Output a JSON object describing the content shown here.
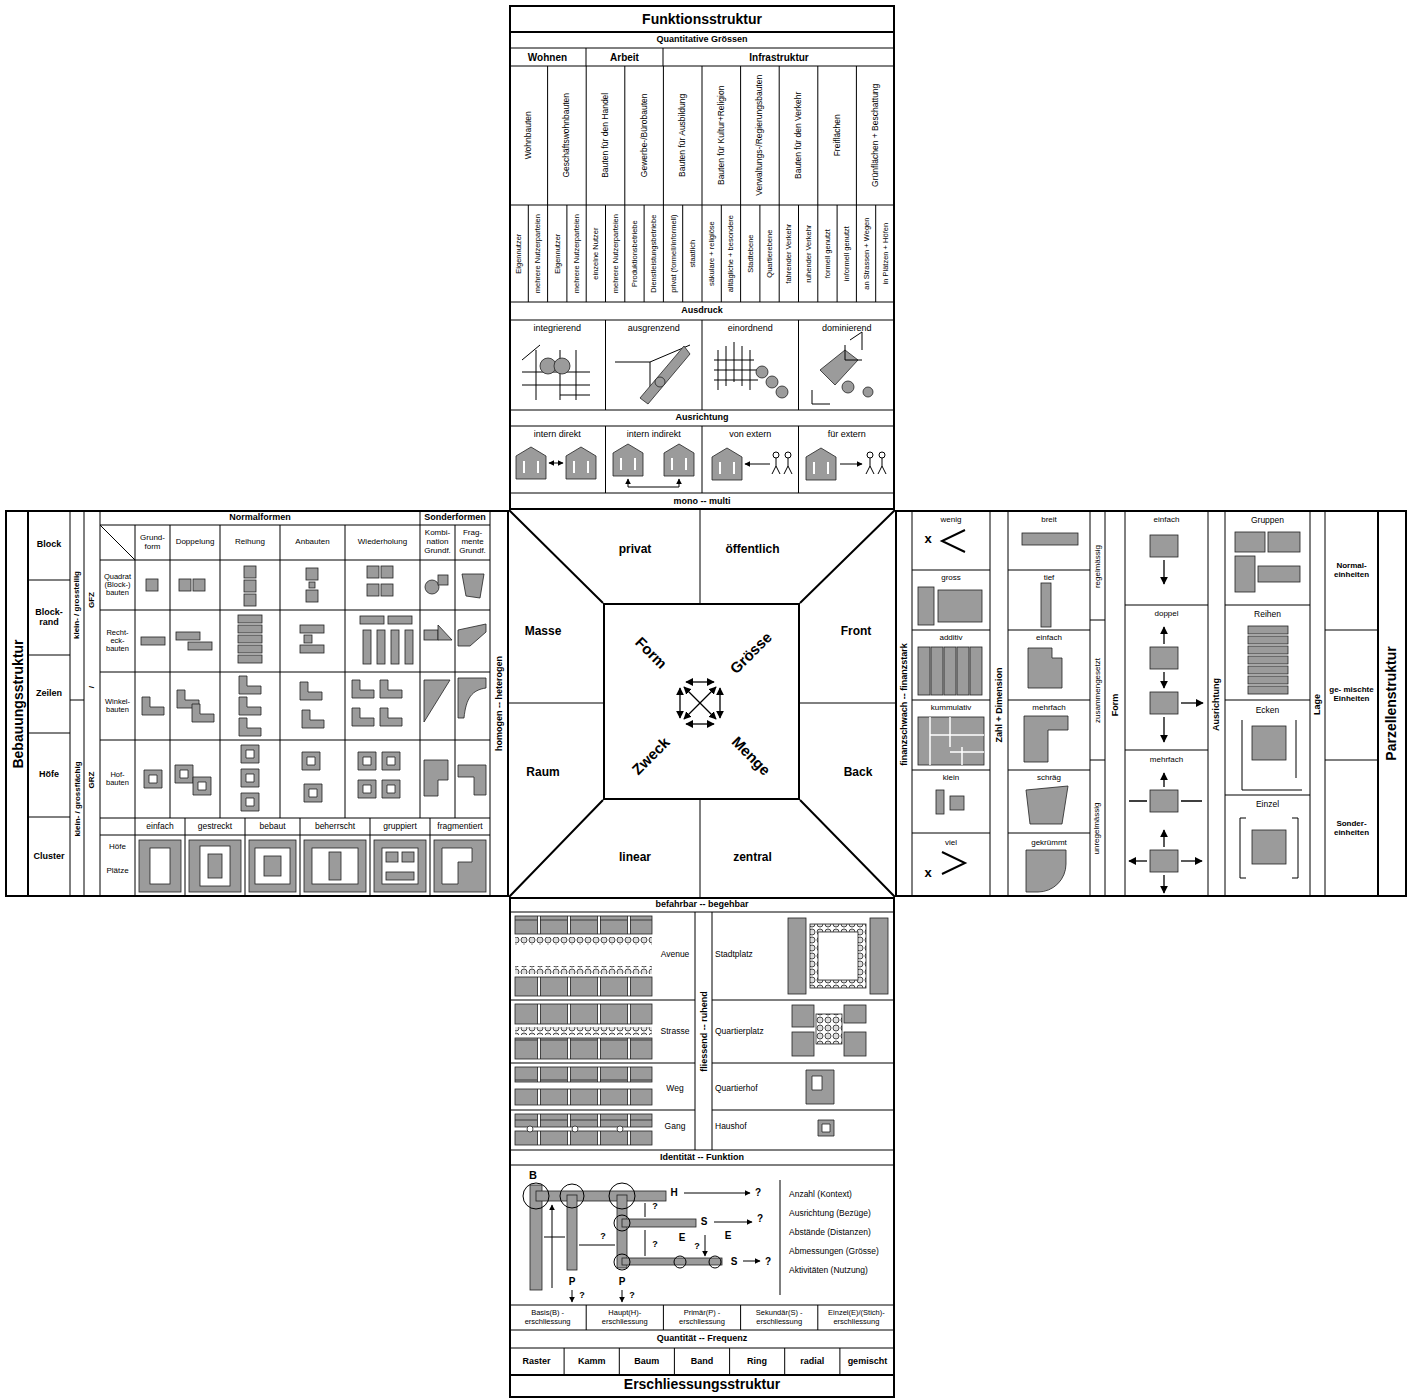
{
  "diagram": {
    "nodes": [
      {
        "text": [
          "Funktionsstruktur"
        ]
      },
      {
        "text": [
          "Bebauungsstruktur"
        ]
      },
      {
        "text": [
          "Parzellenstruktur"
        ]
      },
      {
        "text": [
          "Erschliessungsstruktur"
        ]
      },
      {
        "text": [
          "Form",
          "Grösse",
          "Zweck",
          "Menge"
        ]
      }
    ],
    "labels": [
      "Quantitative Grössen",
      "Wohnen",
      "Arbeit",
      "Infrastruktur",
      "Wohnbauten",
      "Geschäftswohnbauten",
      "Bauten für den Handel",
      "Gewerbe-/Bürobauten",
      "Bauten für Ausbildung",
      "Bauten für Kultur+Religion",
      "Verwaltungs-/Regierungsbauten",
      "Bauten für den Verkehr",
      "Freiflächen",
      "Grünflächen + Beschattung",
      "Eigennutzer",
      "mehrere Nutzerparteien",
      "Eigennutzer",
      "mehrere Nutzerparteien",
      "einzelne Nutzer",
      "mehrere Nutzerparteien",
      "Produktionsbetriebe",
      "Dienstleistungsbetriebe",
      "privat (formell/informell)",
      "staatlich",
      "säkulare + religiöse",
      "alltägliche + besondere",
      "Stadtebene",
      "Quartierebene",
      "fahrender Verkehr",
      "ruhender Verkehr",
      "formell genutzt",
      "informell genutzt",
      "an Strassen + Wegen",
      "in Plätzen + Höfen",
      "Ausdruck",
      "integrierend",
      "ausgrenzend",
      "einordnend",
      "dominierend",
      "Ausrichtung",
      "intern direkt",
      "intern indirekt",
      "von extern",
      "für extern",
      "mono -- multi",
      "Block",
      "Block- rand",
      "Zeilen",
      "Höfe",
      "Cluster",
      "klein- / grossteilig",
      "klein- / grossflächig",
      "GFZ",
      "/",
      "GRZ",
      "Normalformen",
      "Sonderformen",
      "Grund- form",
      "Doppelung",
      "Reihung",
      "Anbauten",
      "Wiederholung",
      "Kombi- nation Grundf.",
      "Frag- mente Grundf.",
      "Quadrat (Block-) bauten",
      "Recht- eck- bauten",
      "Winkel- bauten",
      "Hof- bauten",
      "einfach",
      "gestreckt",
      "bebaut",
      "beherrscht",
      "gruppiert",
      "fragmentiert",
      "Höfe",
      "Plätze",
      "homogen -- heterogen",
      "finanzschwach -- finanzstark",
      "wenig",
      "x",
      "gross",
      "additiv",
      "kummulativ",
      "klein",
      "viel",
      "x",
      "Zahl + Dimension",
      "breit",
      "tief",
      "einfach",
      "mehrfach",
      "schräg",
      "gekrümmt",
      "regelmässig",
      "zusammengesetzt",
      "unregelmässig",
      "Form",
      "einfach",
      "doppel",
      "mehrfach",
      "Ausrichtung",
      "Gruppen",
      "Reihen",
      "Ecken",
      "Einzel",
      "Lage",
      "Normal- einheiten",
      "ge- mischte Einheiten",
      "Sonder- einheiten",
      "befahrbar -- begehbar",
      "Avenue",
      "Strasse",
      "Weg",
      "Gang",
      "fliessend -- ruhend",
      "Stadtplatz",
      "Quartierplatz",
      "Quartierhof",
      "Haushof",
      "Identität -- Funktion",
      "B",
      "H",
      "?",
      "?",
      "S",
      "?",
      "?",
      "?",
      "E",
      "?",
      "E",
      "S",
      "?",
      "P",
      "?",
      "P",
      "?",
      "Anzahl (Kontext)",
      "Ausrichtung (Bezüge)",
      "Abstände (Distanzen)",
      "Abmessungen (Grösse)",
      "Aktivitäten (Nutzung)",
      "Basis(B) - erschliessung",
      "Haupt(H)- erschliessung",
      "Primär(P) - erschliessung",
      "Sekundär(S) - erschliessung",
      "Einzel(E)/(Stich)- erschliessung",
      "Quantität -- Frequenz",
      "Raster",
      "Kamm",
      "Baum",
      "Band",
      "Ring",
      "radial",
      "gemischt",
      "privat",
      "öffentlich",
      "Masse",
      "Front",
      "Raum",
      "Back",
      "linear",
      "zentral"
    ]
  }
}
